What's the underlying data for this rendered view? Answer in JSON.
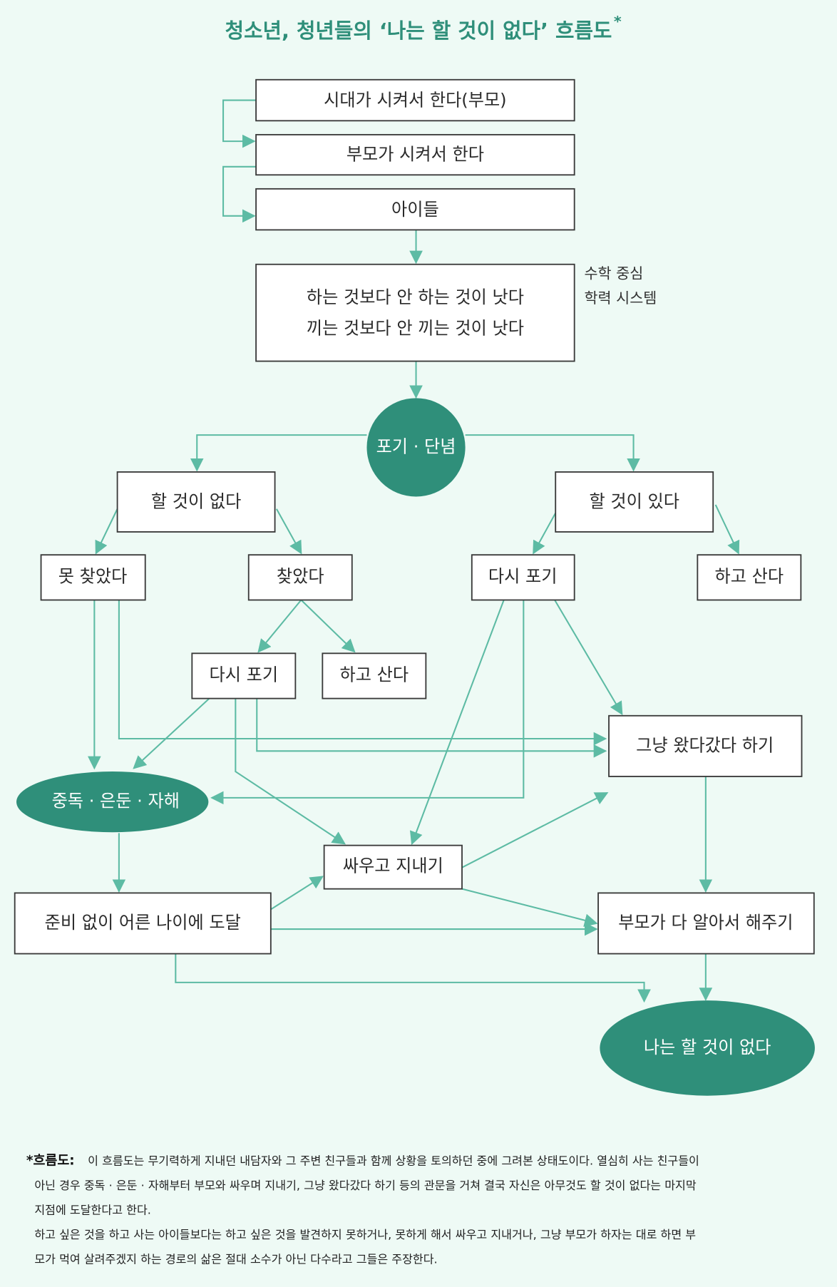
{
  "title": "청소년, 청년들의 ‘나는 할 것이 없다’ 흐름도",
  "title_mark": "*",
  "colors": {
    "accent": "#2f8f7a",
    "arrow": "#5dbba4",
    "background": "#eefaf5"
  },
  "nodes": {
    "era": "시대가 시켜서 한다(부모)",
    "parents": "부모가 시켜서 한다",
    "children": "아이들",
    "better_line1": "하는 것보다 안 하는 것이 낫다",
    "better_line2": "끼는 것보다 안 끼는 것이 낫다",
    "side_note1": "수학 중심",
    "side_note2": "학력 시스템",
    "giveup": "포기 · 단념",
    "nothing": "할 것이 없다",
    "something": "할 것이 있다",
    "not_found": "못 찾았다",
    "found": "찾았다",
    "giveup_again_right": "다시 포기",
    "live_doing_right": "하고 산다",
    "giveup_again_left": "다시 포기",
    "live_doing_left": "하고 산다",
    "wander": "그냥 왔다갔다 하기",
    "addiction": "중독 · 은둔 · 자해",
    "fight": "싸우고 지내기",
    "adult": "준비 없이 어른 나이에 도달",
    "parents_do": "부모가 다 알아서 해주기",
    "final": "나는 할 것이 없다"
  },
  "footnote": {
    "label": "*흐름도:",
    "line1": "이 흐름도는 무기력하게 지내던 내담자와 그 주변 친구들과 함께 상황을 토의하던 중에 그려본 상태도이다. 열심히 사는 친구들이",
    "line2": "아닌 경우 중독 · 은둔 · 자해부터 부모와 싸우며 지내기, 그냥 왔다갔다 하기 등의 관문을 거쳐 결국 자신은 아무것도 할 것이 없다는 마지막",
    "line3": "지점에 도달한다고 한다.",
    "line4": "하고 싶은 것을 하고 사는 아이들보다는 하고 싶은 것을 발견하지 못하거나, 못하게 해서 싸우고 지내거나, 그냥 부모가 하자는 대로 하면 부",
    "line5": "모가 먹여 살려주겠지 하는 경로의 삶은 절대 소수가 아닌 다수라고 그들은 주장한다."
  }
}
